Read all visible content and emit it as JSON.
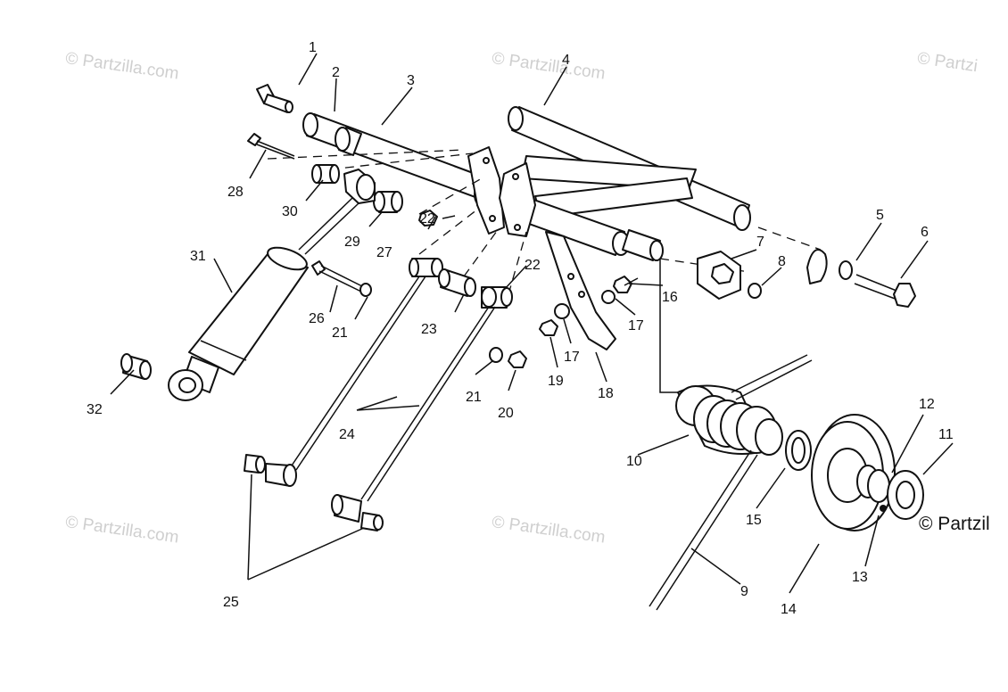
{
  "watermarks": [
    "© Partzilla.com",
    "© Partzilla.com",
    "© Partzi",
    "© Partzilla.com",
    "© Partzilla.com"
  ],
  "copyright_label": "© Partzil",
  "callouts": [
    "1",
    "2",
    "3",
    "4",
    "5",
    "6",
    "7",
    "8",
    "9",
    "10",
    "11",
    "12",
    "13",
    "14",
    "15",
    "16",
    "17",
    "17",
    "18",
    "19",
    "20",
    "21",
    "21",
    "22",
    "22",
    "23",
    "24",
    "25",
    "26",
    "27",
    "28",
    "29",
    "30",
    "31",
    "32"
  ]
}
